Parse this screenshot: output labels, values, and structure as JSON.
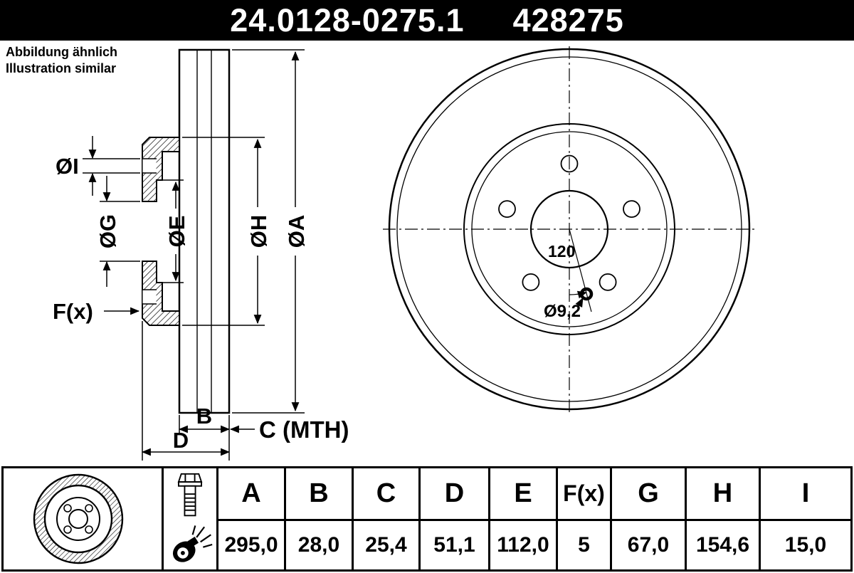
{
  "header": {
    "part_number": "24.0128-0275.1",
    "order_number": "428275"
  },
  "note": {
    "line1": "Abbildung ähnlich",
    "line2": "Illustration similar"
  },
  "drawing": {
    "labels": {
      "dia_i": "ØI",
      "dia_g": "ØG",
      "dia_e": "ØE",
      "dia_h": "ØH",
      "dia_a": "ØA",
      "f": "F(x)",
      "b": "B",
      "c": "C (MTH)",
      "d": "D",
      "angle": "120",
      "screw_hole": "Ø9,2"
    }
  },
  "table": {
    "headers": [
      "A",
      "B",
      "C",
      "D",
      "E",
      "F(x)",
      "G",
      "H",
      "I"
    ],
    "values": [
      "295,0",
      "28,0",
      "25,4",
      "51,1",
      "112,0",
      "5",
      "67,0",
      "154,6",
      "15,0"
    ]
  },
  "colors": {
    "header_bg": "#000000",
    "header_text": "#ffffff",
    "line": "#000000"
  }
}
